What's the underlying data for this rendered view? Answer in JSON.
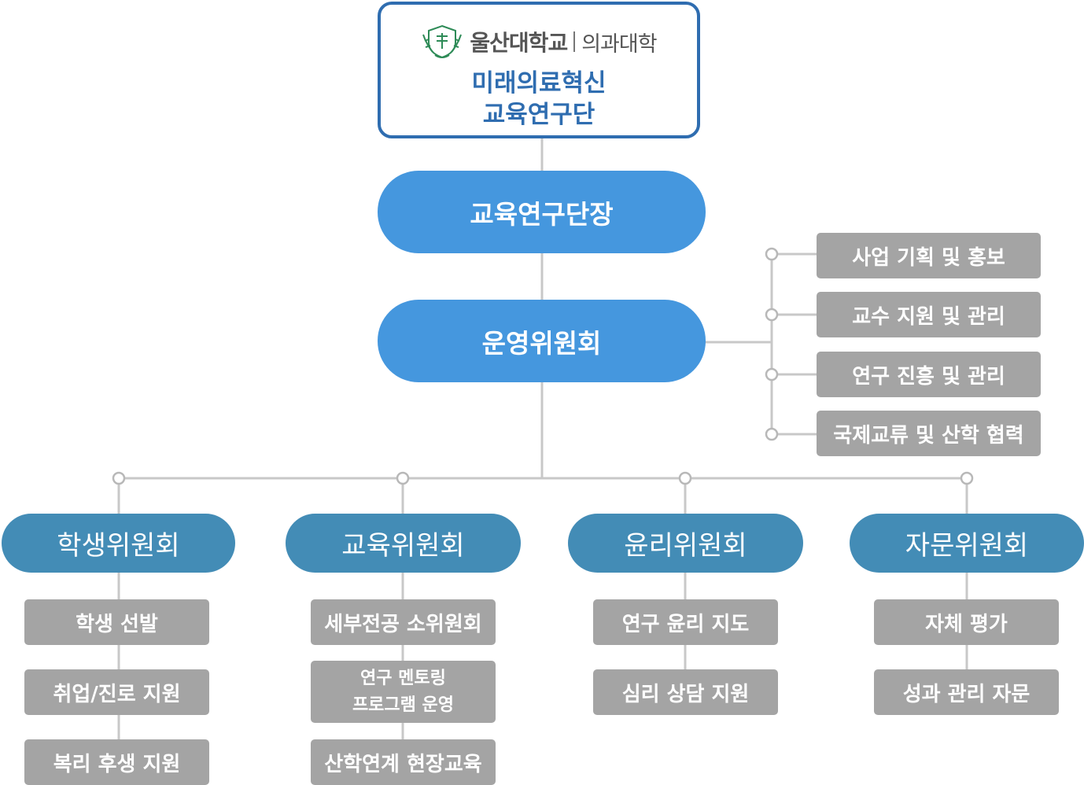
{
  "org": {
    "logo": {
      "university": "울산대학교",
      "college": "의과대학"
    },
    "name_line1": "미래의료혁신",
    "name_line2": "교육연구단",
    "director": "교육연구단장",
    "operating_committee": "운영위원회",
    "operating_functions": [
      "사업 기획 및 홍보",
      "교수 지원 및 관리",
      "연구 진흥 및 관리",
      "국제교류 및 산학 협력"
    ],
    "committees": [
      {
        "name": "학생위원회",
        "items": [
          "학생 선발",
          "취업/진로 지원",
          "복리 후생 지원"
        ]
      },
      {
        "name": "교육위원회",
        "items": [
          "세부전공 소위원회",
          "연구 멘토링\n프로그램 운영",
          "산학연계 현장교육"
        ]
      },
      {
        "name": "윤리위원회",
        "items": [
          "연구 윤리 지도",
          "심리 상담 지원"
        ]
      },
      {
        "name": "자문위원회",
        "items": [
          "자체 평가",
          "성과 관리 자문"
        ]
      }
    ]
  },
  "colors": {
    "border_blue": "#2f6db0",
    "pill_blue": "#4597de",
    "committee_blue": "#438cb6",
    "box_gray": "#a4a4a4",
    "line_gray": "#c8c8c8",
    "logo_green": "#2e8b57"
  },
  "icons": {
    "logo": "university-emblem-icon"
  }
}
